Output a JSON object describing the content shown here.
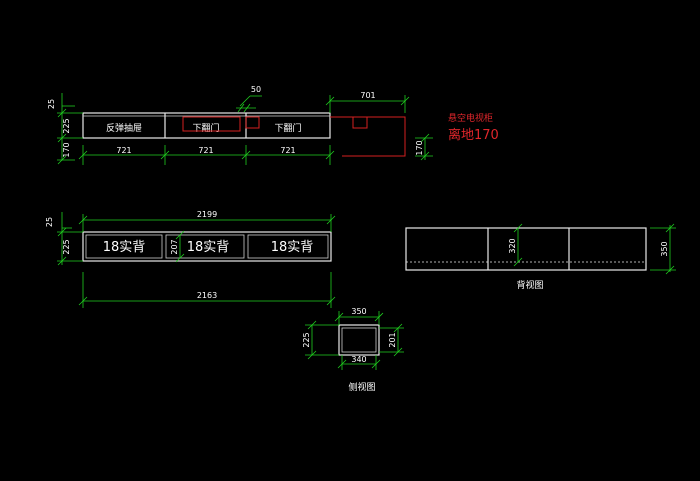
{
  "top_view": {
    "drawers": [
      "反弹抽屉",
      "下翻门",
      "下翻门"
    ],
    "dim_left_top": "25",
    "dim_left_mid": "225",
    "dim_left_bottom": "170",
    "dim_top": "50",
    "dim_bottom": [
      "721",
      "721",
      "721"
    ],
    "dim_red_top": "701",
    "dim_red_right": "170"
  },
  "note": {
    "line1": "悬空电视柜",
    "line2": "离地170"
  },
  "front_view": {
    "dim_total_top": "2199",
    "dim_left_top": "25",
    "dim_left": "225",
    "dim_inner": "207",
    "cells": [
      "18实背",
      "18实背",
      "18实背"
    ],
    "dim_total_bottom": "2163"
  },
  "back_view": {
    "dim_inner": "320",
    "dim_right": "350",
    "caption": "背视图"
  },
  "side_view": {
    "dim_top": "350",
    "dim_left": "225",
    "dim_right": "201",
    "dim_bottom": "340",
    "caption": "侧视图"
  },
  "colors": {
    "dimension": "#1fcf1f",
    "outline": "#e8e8e8",
    "highlight": "#e0262b",
    "background": "#000000"
  }
}
